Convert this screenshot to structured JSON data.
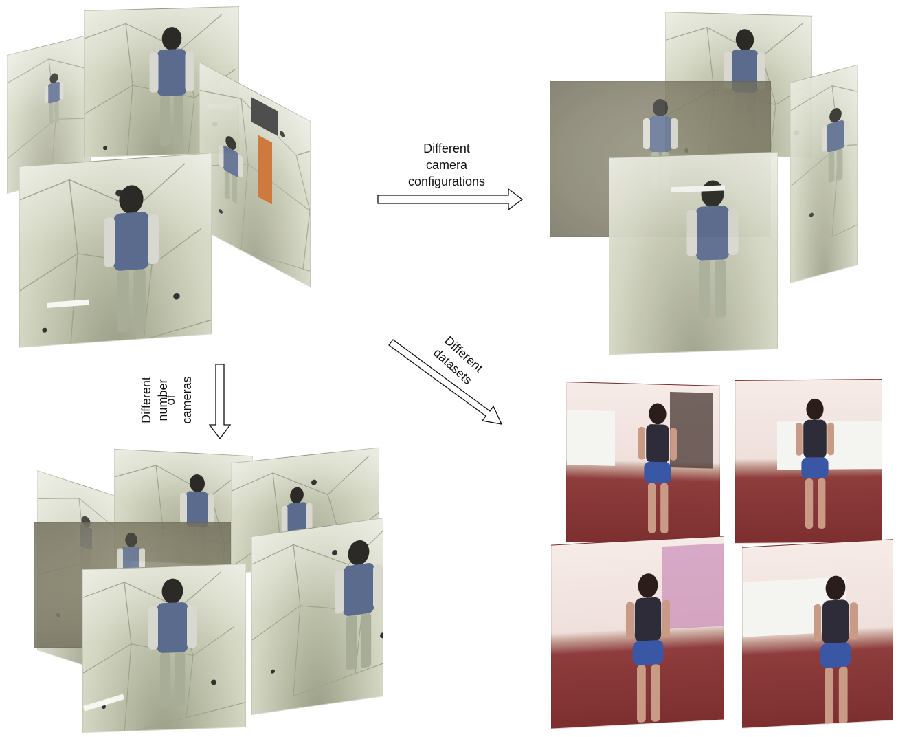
{
  "diagram": {
    "labels": {
      "camera_configurations": [
        "Different",
        "camera",
        "configurations"
      ],
      "number_of_cameras": [
        "Different",
        "number",
        "of",
        "cameras"
      ],
      "datasets": [
        "Different",
        "datasets"
      ]
    },
    "arrows": [
      {
        "name": "camera-configurations-arrow",
        "direction": "right"
      },
      {
        "name": "number-of-cameras-arrow",
        "direction": "down"
      },
      {
        "name": "datasets-arrow",
        "direction": "down-right"
      }
    ],
    "groups": [
      {
        "name": "source-multiview-group",
        "views": 4,
        "scene": "panoptic-studio"
      },
      {
        "name": "camera-configuration-group",
        "views": 4,
        "scene": "panoptic-studio"
      },
      {
        "name": "camera-number-group",
        "views": 6,
        "scene": "panoptic-studio"
      },
      {
        "name": "dataset-group",
        "views": 4,
        "scene": "human3.6m-room"
      }
    ]
  },
  "colors": {
    "arrow_stroke": "#111111",
    "arrow_fill": "#ffffff",
    "studio_wall": "#d3d6c2",
    "jacket": "#5b6b8e",
    "sleeve": "#d8d8d0",
    "floor_red": "#7d2f30"
  }
}
